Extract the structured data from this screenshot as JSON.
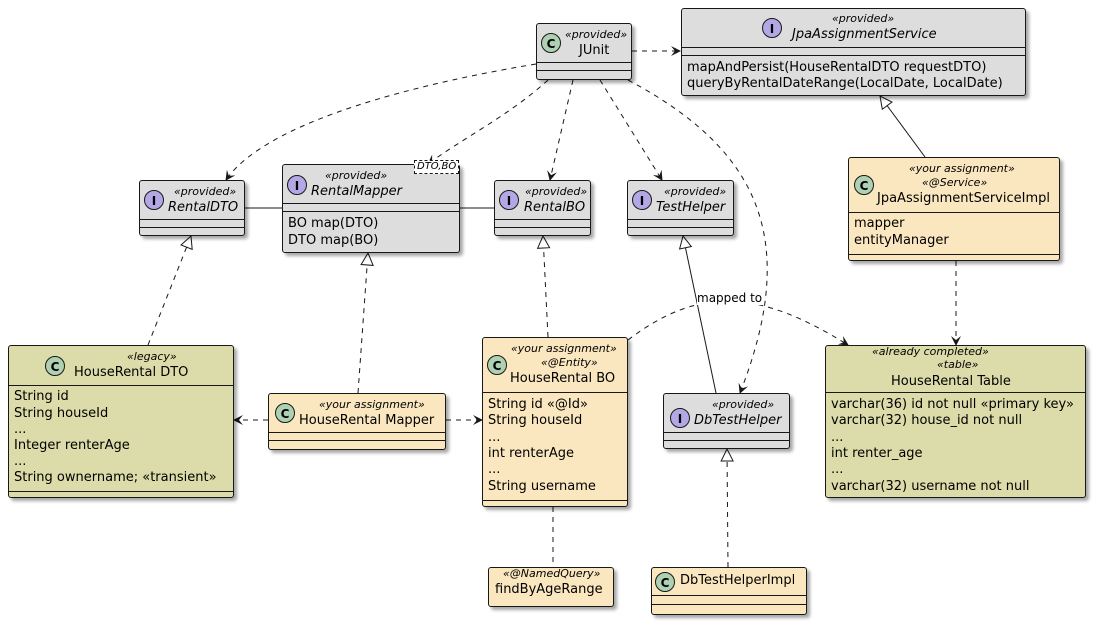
{
  "junit": {
    "badge": "C",
    "stereotype": "«provided»",
    "name": "JUnit"
  },
  "jpa_service": {
    "badge": "I",
    "stereotype": "«provided»",
    "name": "JpaAssignmentService",
    "methods": [
      "mapAndPersist(HouseRentalDTO requestDTO)",
      "queryByRentalDateRange(LocalDate, LocalDate)"
    ]
  },
  "jpa_impl": {
    "badge": "C",
    "stereotype1": "«your assignment»",
    "stereotype2": "«@Service»",
    "name": "JpaAssignmentServiceImpl",
    "fields": [
      "mapper",
      "entityManager"
    ]
  },
  "rental_dto": {
    "badge": "I",
    "stereotype": "«provided»",
    "name": "RentalDTO"
  },
  "rental_mapper": {
    "badge": "I",
    "stereotype": "«provided»",
    "name": "RentalMapper",
    "type_params": "DTO,BO",
    "methods": [
      "BO map(DTO)",
      "DTO map(BO)"
    ]
  },
  "rental_bo": {
    "badge": "I",
    "stereotype": "«provided»",
    "name": "RentalBO"
  },
  "test_helper": {
    "badge": "I",
    "stereotype": "«provided»",
    "name": "TestHelper"
  },
  "house_dto": {
    "badge": "C",
    "stereotype": "«legacy»",
    "name": "HouseRental DTO",
    "fields": [
      "String id",
      "String houseId",
      "...",
      "Integer renterAge",
      "...",
      "String ownername; «transient»"
    ]
  },
  "house_mapper": {
    "badge": "C",
    "stereotype": "«your assignment»",
    "name": "HouseRental Mapper"
  },
  "house_bo": {
    "badge": "C",
    "stereotype1": "«your assignment»",
    "stereotype2": "«@Entity»",
    "name": "HouseRental BO",
    "fields": [
      "String id «@Id»",
      "String houseId",
      "...",
      "int renterAge",
      "...",
      "String username"
    ]
  },
  "db_test_helper": {
    "badge": "I",
    "stereotype": "«provided»",
    "name": "DbTestHelper"
  },
  "house_table": {
    "stereotype1": "«already completed»",
    "stereotype2": "«table»",
    "name": "HouseRental Table",
    "columns": [
      "varchar(36) id not null «primary key»",
      "varchar(32) house_id not null",
      "...",
      "int renter_age",
      "...",
      "varchar(32) username not null"
    ]
  },
  "named_query": {
    "stereotype": "«@NamedQuery»",
    "name": "findByAgeRange"
  },
  "db_impl": {
    "badge": "C",
    "name": "DbTestHelperImpl"
  },
  "edges": {
    "mapped_to": "mapped to"
  },
  "colors": {
    "provided": "#dddddd",
    "assignment": "#fae7bf",
    "completed": "#dcdcaa",
    "class_badge": "#add1b2",
    "interface_badge": "#b4a7e5"
  }
}
